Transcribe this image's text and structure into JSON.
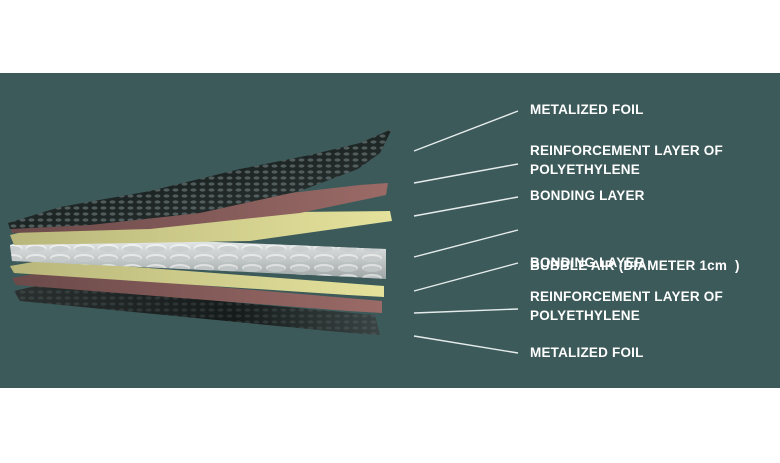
{
  "labels": [
    {
      "id": "metalized-foil-top",
      "lines": [
        "METALIZED FOIL"
      ]
    },
    {
      "id": "reinforcement-layer-top",
      "lines": [
        "REINFORCEMENT LAYER OF",
        "POLYETHYLENE"
      ]
    },
    {
      "id": "bonding-layer-top",
      "lines": [
        "BONDING LAYER"
      ]
    },
    {
      "id": "bubble-air",
      "lines": [
        "BUBBLE AIR (DIAMETER 1cm  )"
      ]
    },
    {
      "id": "bonding-layer-bottom",
      "lines": [
        "BONDING LAYER"
      ]
    },
    {
      "id": "reinforcement-layer-bottom",
      "lines": [
        "REINFORCEMENT LAYER OF",
        "POLYETHYLENE"
      ]
    },
    {
      "id": "metalized-foil-bottom",
      "lines": [
        "METALIZED FOIL"
      ]
    }
  ],
  "colors": {
    "background": "#3d5a5a",
    "label_text": "#ffffff",
    "leader_line": "#e6ecec",
    "foil_dark": "#1f2626",
    "polyethylene_red": "#8a5a5a",
    "bonding_yellow": "#dcd98a",
    "bubble_white": "#d9dcdc"
  }
}
